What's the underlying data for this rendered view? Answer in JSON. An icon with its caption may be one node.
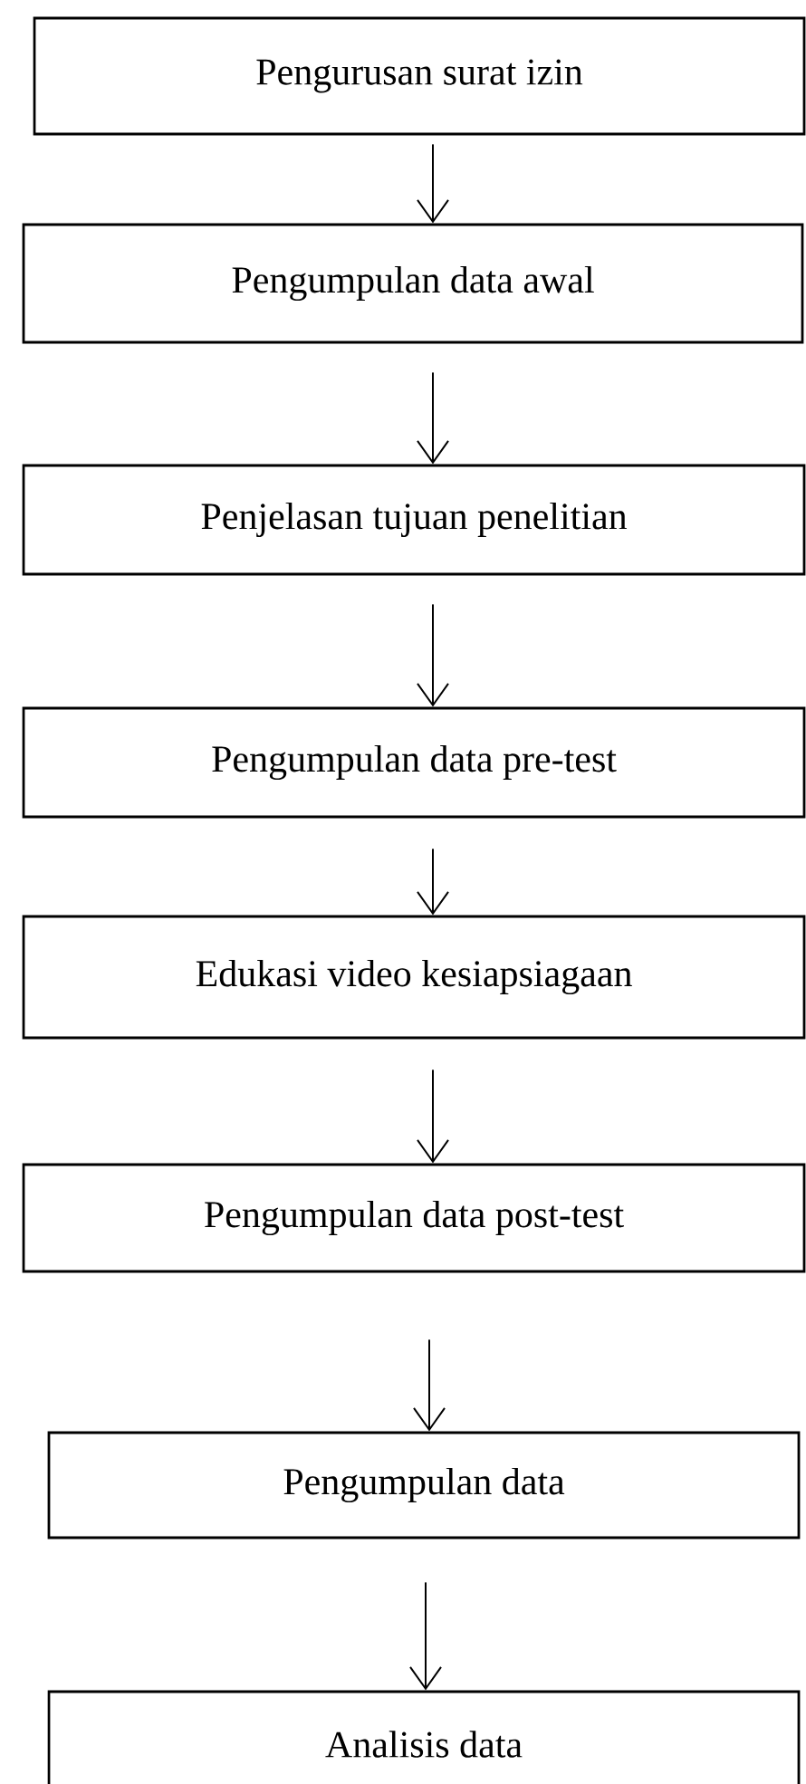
{
  "diagram": {
    "nodes": [
      {
        "text": [
          "Pengurusan surat izin"
        ]
      },
      {
        "text": [
          "Pengumpulan data awal"
        ]
      },
      {
        "text": [
          "Penjelasan tujuan penelitian"
        ]
      },
      {
        "text": [
          "Pengumpulan data pre-test"
        ]
      },
      {
        "text": [
          "Edukasi video kesiapsiagaan"
        ]
      },
      {
        "text": [
          "Pengumpulan data post-test"
        ]
      },
      {
        "text": [
          "Pengumpulan data"
        ]
      },
      {
        "text": [
          "Analisis data"
        ]
      }
    ],
    "edges": [
      {
        "from": 0,
        "to": 1,
        "arrow": "to"
      },
      {
        "from": 1,
        "to": 2,
        "arrow": "to"
      },
      {
        "from": 2,
        "to": 3,
        "arrow": "to"
      },
      {
        "from": 3,
        "to": 4,
        "arrow": "to"
      },
      {
        "from": 4,
        "to": 5,
        "arrow": "to"
      },
      {
        "from": 5,
        "to": 6,
        "arrow": "to"
      },
      {
        "from": 6,
        "to": 7,
        "arrow": "to"
      }
    ]
  }
}
